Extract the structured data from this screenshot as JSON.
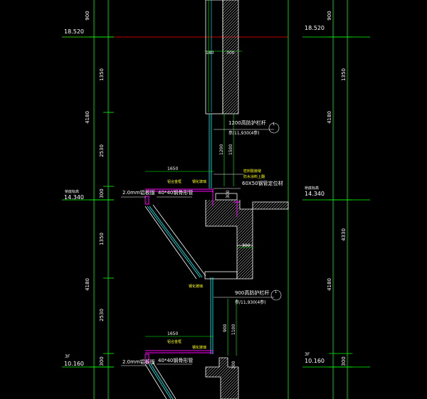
{
  "levels": {
    "top": "18.520",
    "mid_tag": "桥底标高",
    "mid": "14.340",
    "bottom_tag": "3F",
    "bottom": "10.160"
  },
  "dims_left": [
    "900",
    "1350",
    "4180",
    "2530",
    "300",
    "1350",
    "4180",
    "2530",
    "300"
  ],
  "dims_right": [
    "900",
    "1350",
    "4180",
    "4330",
    "4180",
    "300"
  ],
  "dims_small": {
    "wall_a": "180",
    "wall_b": "300",
    "d1200": "1200",
    "d1500": "1500",
    "d300a": "300",
    "d1650a": "1650",
    "d300b": "300",
    "d900": "900",
    "d1100": "1100",
    "d1650b": "1650",
    "d300c": "300"
  },
  "annotations": {
    "railing1_title": "1200高防护栏杆",
    "railing1_ref": "参/11,930(4参)",
    "railing2_title": "900高防护栏杆",
    "railing2_ref": "参/11,930(4参)",
    "detail1_num": "1",
    "detail2_num": "1",
    "sealant": "密封胶嵌缝",
    "waterproof": "防水涂料上翻",
    "steel60": "60X50钢管定位材",
    "frame1": "铝合金框",
    "glass1": "钢化玻璃",
    "panel1": "2.0mm铝板版",
    "tube1": "40*40钢骨形管",
    "glass_label": "钢化玻璃",
    "frame2": "铝合金框",
    "glass2": "钢化玻璃",
    "panel2": "2.0mm铝板版",
    "tube2": "40*40钢骨形管"
  },
  "colors": {
    "background": "#000000",
    "dimension": "#00ff00",
    "text": "#ffffff",
    "structure": "#ffffff",
    "glass": "#00ffff",
    "frame": "#ff00ff",
    "level_line": "#ff0000",
    "label": "#ffff00",
    "yellow_green": "#ccff00"
  }
}
